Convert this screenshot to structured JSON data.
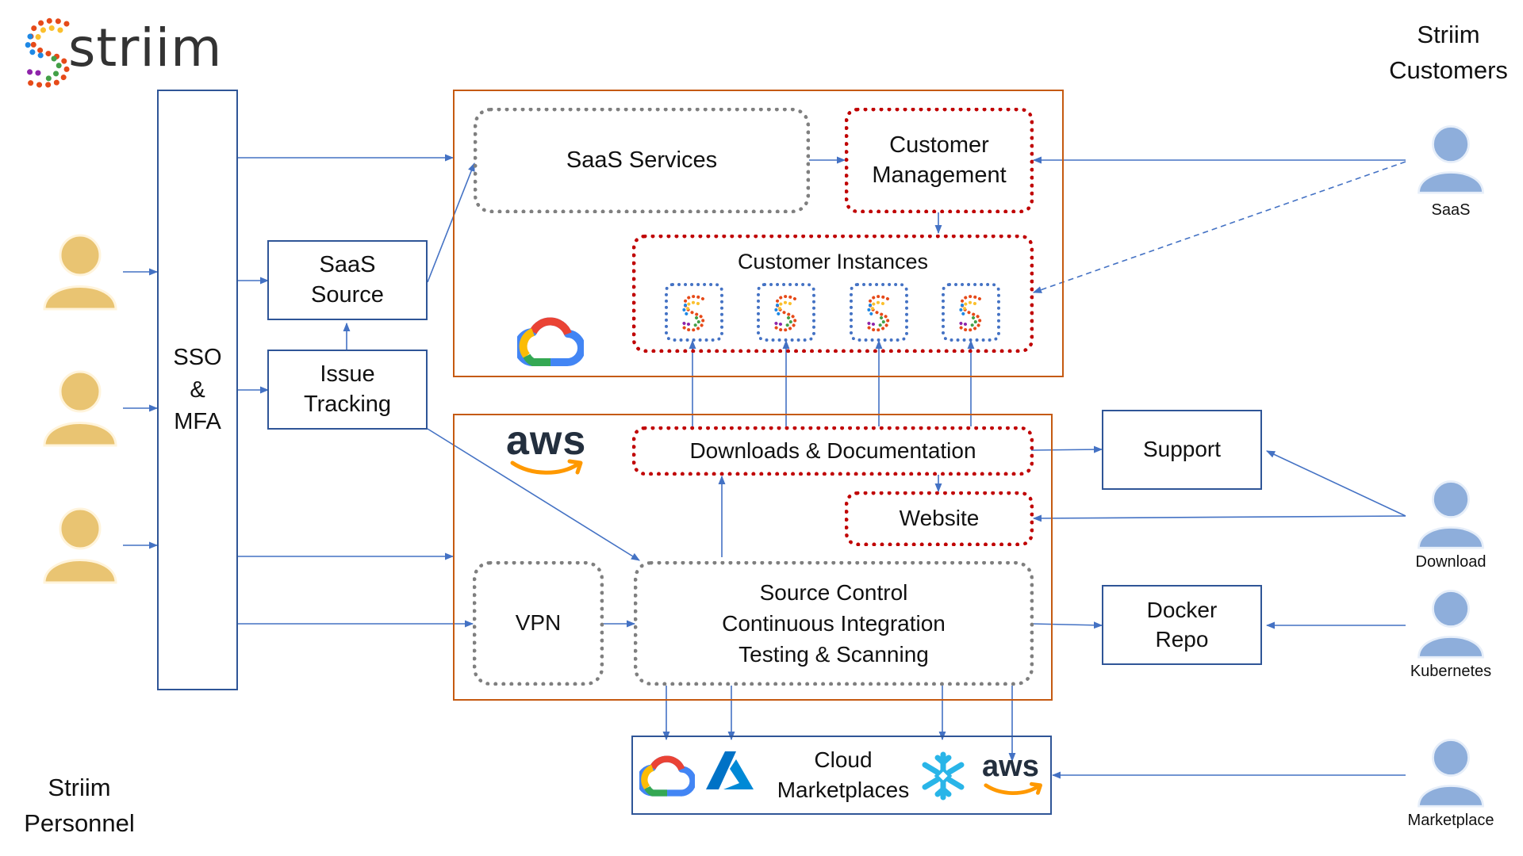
{
  "brand": {
    "name": "striim"
  },
  "headers": {
    "customers": "Striim\nCustomers",
    "personnel": "Striim\nPersonnel"
  },
  "sso": "SSO\n&\nMFA",
  "saas_source": "SaaS\nSource",
  "issue_tracking": "Issue\nTracking",
  "gcp_region": {
    "saas_services": "SaaS Services",
    "customer_management": "Customer\nManagement",
    "customer_instances": "Customer Instances",
    "logo": "google-cloud-logo"
  },
  "aws_region": {
    "logo_text": "aws",
    "downloads_docs": "Downloads & Documentation",
    "website": "Website",
    "vpn": "VPN",
    "source_control": "Source Control\nContinuous Integration\nTesting & Scanning"
  },
  "support": "Support",
  "docker_repo": "Docker\nRepo",
  "cloud_marketplaces": {
    "label": "Cloud\nMarketplaces",
    "aws_text": "aws",
    "logos": [
      "google-cloud-logo",
      "azure-logo",
      "snowflake-logo",
      "aws-logo"
    ]
  },
  "customer_types": [
    {
      "label": "SaaS"
    },
    {
      "label": "Download"
    },
    {
      "label": "Kubernetes"
    },
    {
      "label": "Marketplace"
    }
  ],
  "colors": {
    "box_border": "#2f5597",
    "region_border": "#c55a11",
    "arrow": "#4472c4",
    "red_dotted": "#c00000",
    "gray_dotted": "#7f7f7f",
    "personnel_icon": "#e9c472",
    "customer_icon": "#8eaedb"
  }
}
